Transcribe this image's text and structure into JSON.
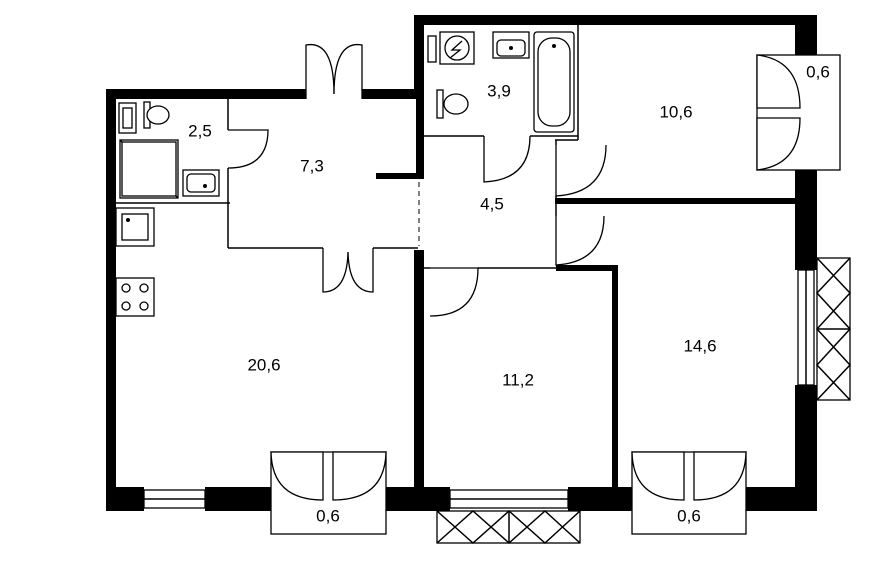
{
  "rooms": [
    {
      "id": "bathroom-small",
      "area": "2,5"
    },
    {
      "id": "hallway",
      "area": "7,3"
    },
    {
      "id": "bathroom-large",
      "area": "3,9"
    },
    {
      "id": "bedroom-top",
      "area": "10,6"
    },
    {
      "id": "corridor",
      "area": "4,5"
    },
    {
      "id": "kitchen-living",
      "area": "20,6"
    },
    {
      "id": "bedroom-middle",
      "area": "11,2"
    },
    {
      "id": "bedroom-right",
      "area": "14,6"
    }
  ],
  "balconies": [
    {
      "id": "balcony-right-top",
      "area": "0,6"
    },
    {
      "id": "balcony-bottom-left",
      "area": "0,6"
    },
    {
      "id": "balcony-bottom-right",
      "area": "0,6"
    }
  ]
}
